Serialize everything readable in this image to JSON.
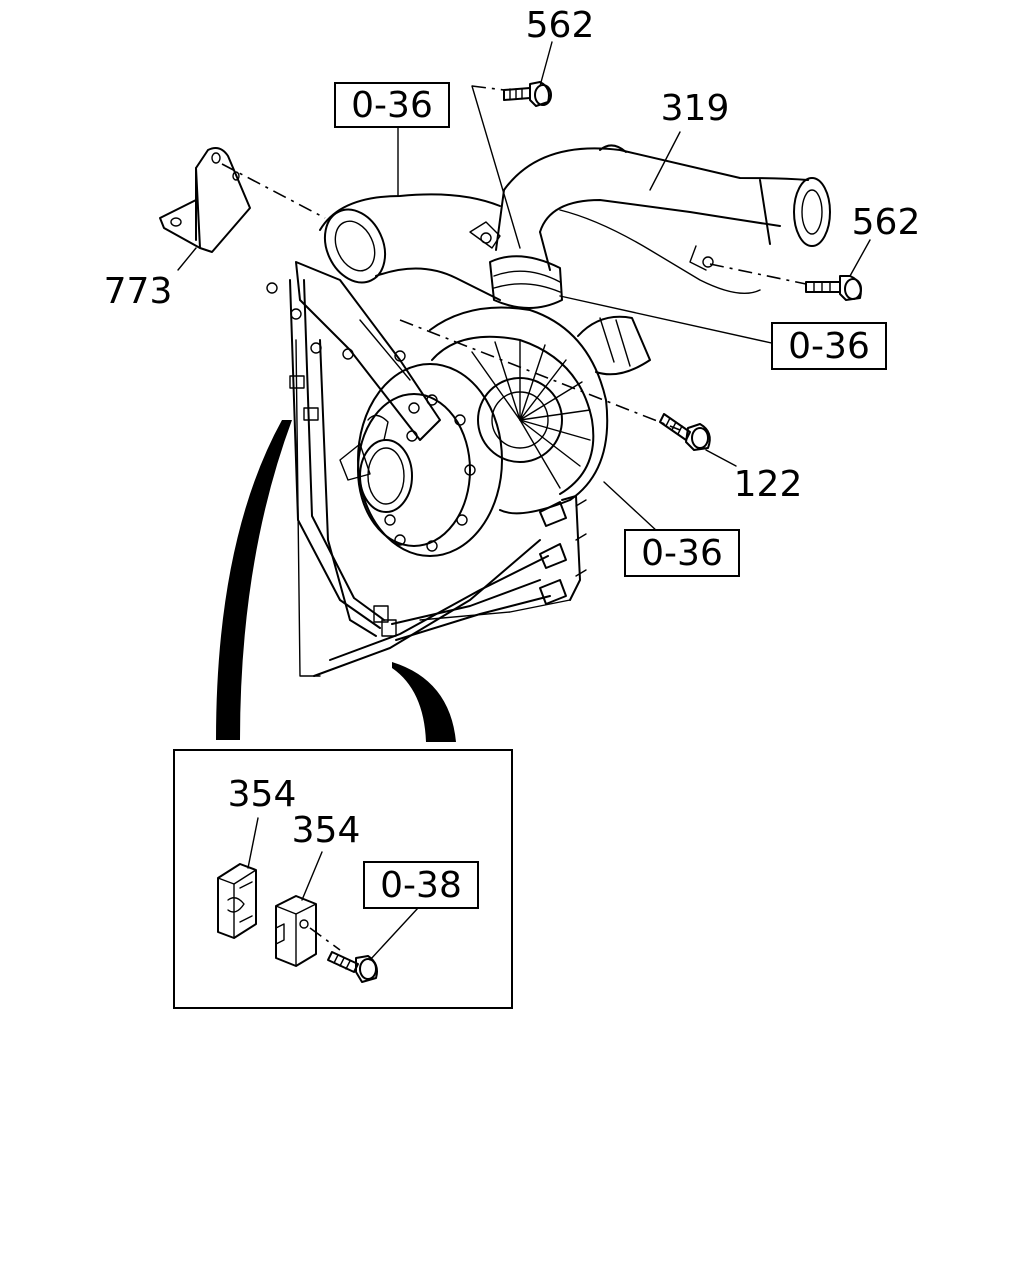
{
  "callouts": {
    "bolt_top": "562",
    "pipe": "319",
    "bolt_right": "562",
    "bracket": "773",
    "bolt_122": "122",
    "clip_a": "354",
    "clip_b": "354"
  },
  "refs": {
    "top_left": "0-36",
    "right_upper": "0-36",
    "right_lower": "0-36",
    "detail": "0-38"
  }
}
